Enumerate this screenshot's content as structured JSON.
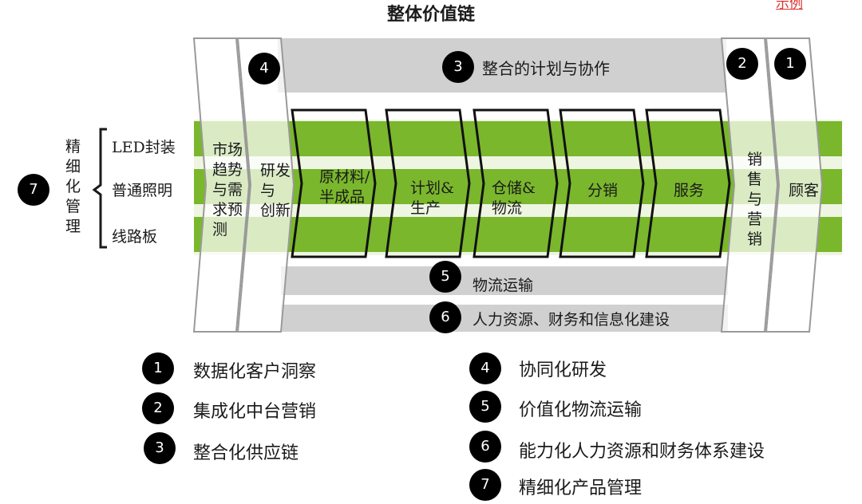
{
  "title": "整体价值链",
  "corner_link": "示例",
  "left_group": {
    "badge": "7",
    "vertical_label": "精细化管理",
    "items": [
      "LED封装",
      "普通照明",
      "线路板"
    ]
  },
  "columns": {
    "market": "市场趋势与需求预测",
    "rnd": [
      "研发",
      "与",
      "创新"
    ],
    "sales": "销售与营销",
    "customer": "顾客"
  },
  "chevrons": [
    {
      "lines": [
        "原材料/",
        "半成品"
      ]
    },
    {
      "lines": [
        "计划&",
        "生产"
      ]
    },
    {
      "lines": [
        "仓储&",
        "物流"
      ]
    },
    {
      "lines": [
        "分销"
      ]
    },
    {
      "lines": [
        "服务"
      ]
    }
  ],
  "top_band": {
    "badge": "3",
    "label": "整合的计划与协作"
  },
  "top_badges": {
    "rnd": "4",
    "sales": "2",
    "customer": "1"
  },
  "bottom_bands": [
    {
      "badge": "5",
      "label": "物流运输"
    },
    {
      "badge": "6",
      "label": "人力资源、财务和信息化建设"
    }
  ],
  "legend": [
    {
      "num": "1",
      "text": "数据化客户洞察"
    },
    {
      "num": "2",
      "text": "集成化中台营销"
    },
    {
      "num": "3",
      "text": "整合化供应链"
    },
    {
      "num": "4",
      "text": "协同化研发"
    },
    {
      "num": "5",
      "text": "价值化物流运输"
    },
    {
      "num": "6",
      "text": "能力化人力资源和财务体系建设"
    },
    {
      "num": "7",
      "text": "精细化产品管理"
    }
  ],
  "colors": {
    "green": "#7ab72c",
    "light_green": "#c6e09a",
    "grey_band": "#d0d0d0",
    "frame": "#9a9a9a"
  }
}
